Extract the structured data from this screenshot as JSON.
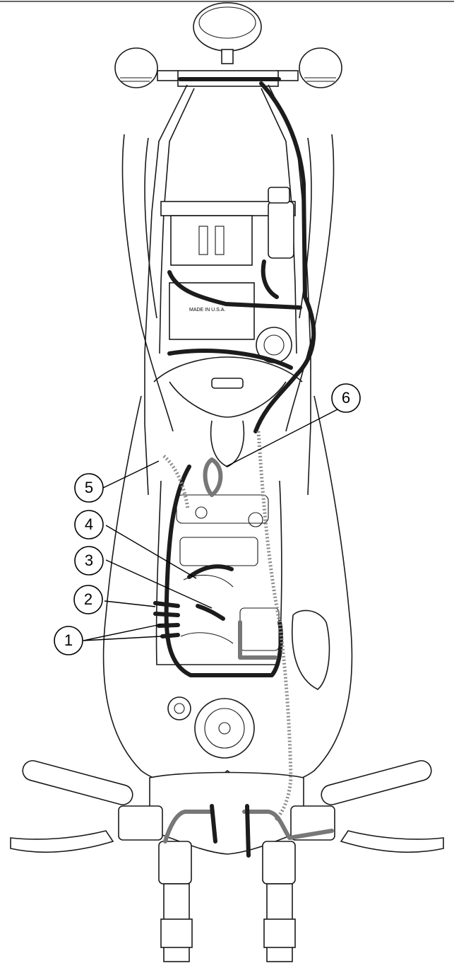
{
  "figure": {
    "label_text": "MADE IN U.S.A.",
    "callouts": [
      {
        "id": "callout-1",
        "text": "1"
      },
      {
        "id": "callout-2",
        "text": "2"
      },
      {
        "id": "callout-3",
        "text": "3"
      },
      {
        "id": "callout-4",
        "text": "4"
      },
      {
        "id": "callout-5",
        "text": "5"
      },
      {
        "id": "callout-6",
        "text": "6"
      }
    ]
  },
  "colors": {
    "harness_dark": "#1c1c1c",
    "harness_grey": "#777777",
    "linework": "#1a1a1a",
    "background": "#ffffff"
  }
}
